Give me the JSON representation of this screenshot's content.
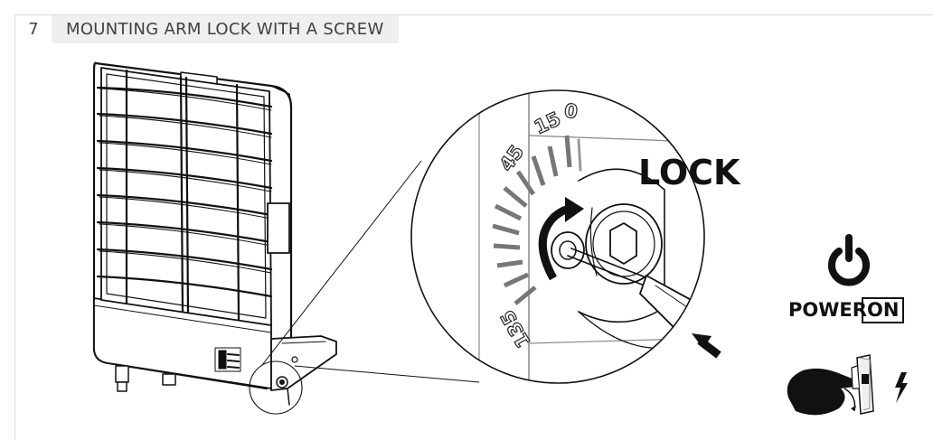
{
  "step": {
    "number": "7",
    "title": "MOUNTING ARM LOCK WITH A SCREW"
  },
  "detail": {
    "lock_label": "LOCK",
    "angle_marks": [
      "0",
      "15",
      "45",
      "135"
    ]
  },
  "power": {
    "word": "POWER",
    "state": "ON"
  },
  "icons": [
    "power-icon",
    "breaker-switch-icon",
    "hand-icon",
    "lightning-icon",
    "rotate-arrow-icon",
    "push-arrow-icon",
    "hex-bolt-icon",
    "screwdriver-icon"
  ]
}
